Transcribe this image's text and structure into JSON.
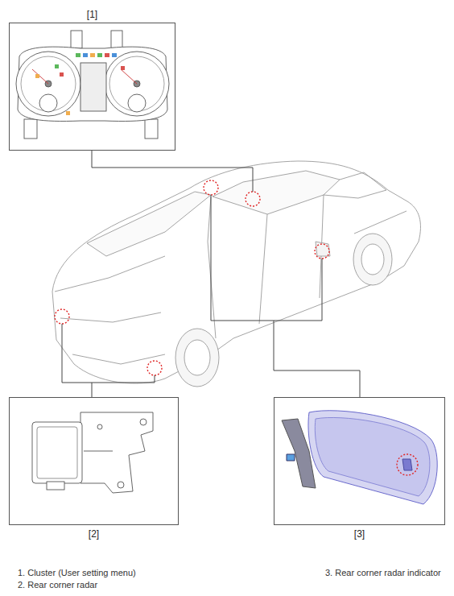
{
  "diagram": {
    "nodes": [
      {
        "text": [
          "[1]"
        ]
      },
      {
        "text": [
          "[2]"
        ]
      },
      {
        "text": [
          "[3]"
        ]
      }
    ],
    "labels": [
      "1. Cluster (User setting menu)",
      "2. Rear corner radar",
      "3. Rear corner radar indicator"
    ]
  }
}
